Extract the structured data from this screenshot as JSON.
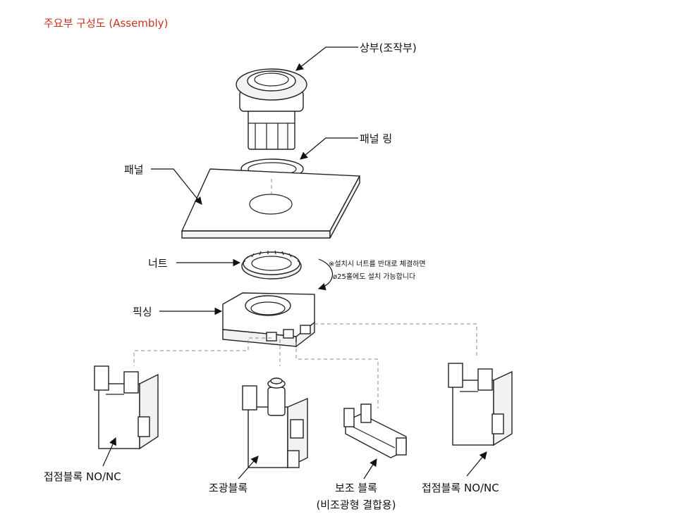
{
  "title": "주요부 구성도 (Assembly)",
  "labels": {
    "top_operator": "상부(조작부)",
    "panel_ring": "패널 링",
    "panel": "패널",
    "nut": "너트",
    "fixing": "픽싱",
    "contact_block_left": "접점블록 NO/NC",
    "lamp_block": "조광블록",
    "aux_block_line1": "보조 블록",
    "aux_block_line2": "(비조광형 결합용)",
    "contact_block_right": "접점블록 NO/NC"
  },
  "note": {
    "line1": "※설치시 너트를 반대로 체결하면",
    "line2": "ø25홀에도 설치 가능합니다"
  }
}
